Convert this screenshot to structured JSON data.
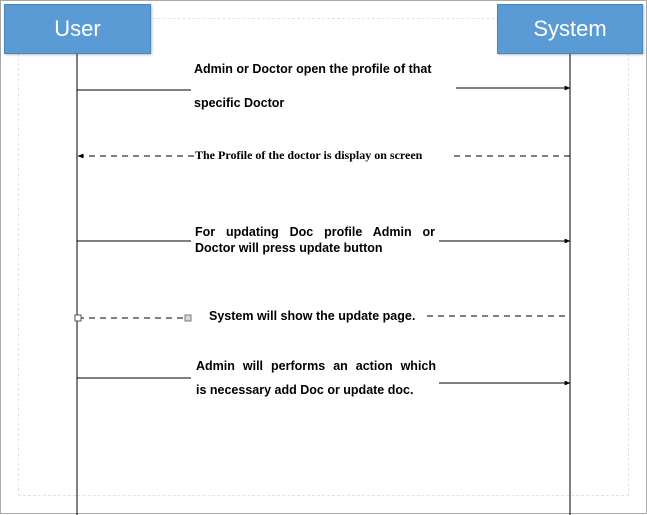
{
  "actors": {
    "user": "User",
    "system": "System"
  },
  "messages": [
    {
      "line1": "Admin or Doctor open the profile of that",
      "line2": "specific Doctor",
      "direction": "to-system",
      "style": "solid"
    },
    {
      "line1": "The Profile of the doctor is display on screen",
      "direction": "to-user",
      "style": "dashed"
    },
    {
      "line1": "For updating Doc profile Admin or",
      "line2": "Doctor will press update button",
      "direction": "to-system",
      "style": "solid"
    },
    {
      "line1": "System will show the update page.",
      "direction": "to-user",
      "style": "dashed"
    },
    {
      "line1": "Admin will performs an action which",
      "line2": "is necessary add Doc or update doc.",
      "direction": "to-system",
      "style": "solid"
    }
  ],
  "colors": {
    "actor_fill": "#5b9bd5",
    "line": "#000000"
  }
}
